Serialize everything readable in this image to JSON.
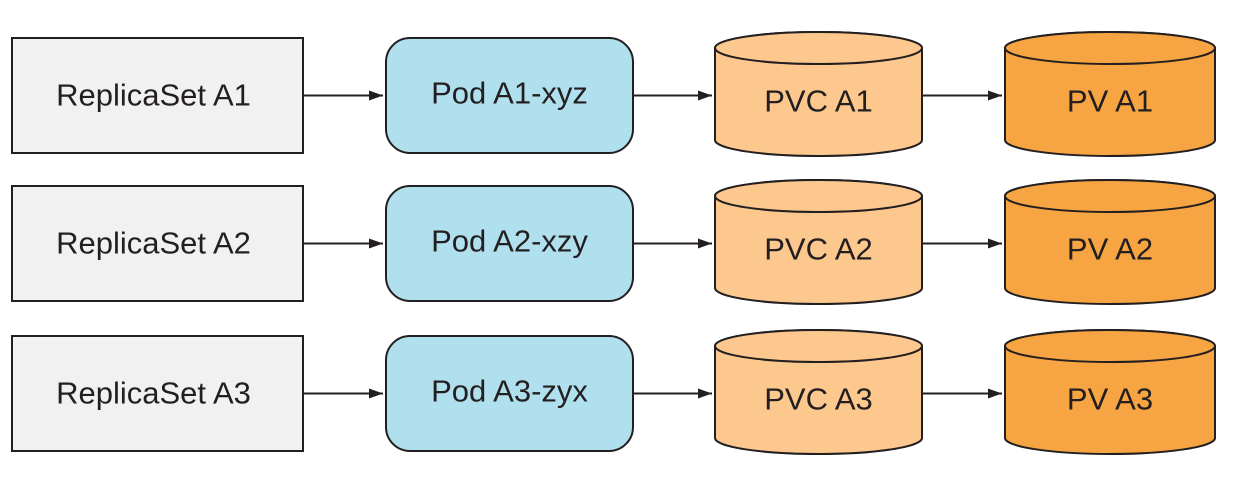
{
  "colors": {
    "replicaset_fill": "#f1f1f2",
    "pod_fill": "#b0e0ee",
    "pvc_fill": "#fdc88d",
    "pv_fill": "#f7a442",
    "stroke": "#231f20",
    "arrow": "#231f20"
  },
  "rows": [
    {
      "replicaset": "ReplicaSet A1",
      "pod": "Pod A1-xyz",
      "pvc": "PVC A1",
      "pv": "PV A1"
    },
    {
      "replicaset": "ReplicaSet A2",
      "pod": "Pod A2-xzy",
      "pvc": "PVC A2",
      "pv": "PV A2"
    },
    {
      "replicaset": "ReplicaSet A3",
      "pod": "Pod A3-zyx",
      "pvc": "PVC A3",
      "pv": "PV A3"
    }
  ]
}
